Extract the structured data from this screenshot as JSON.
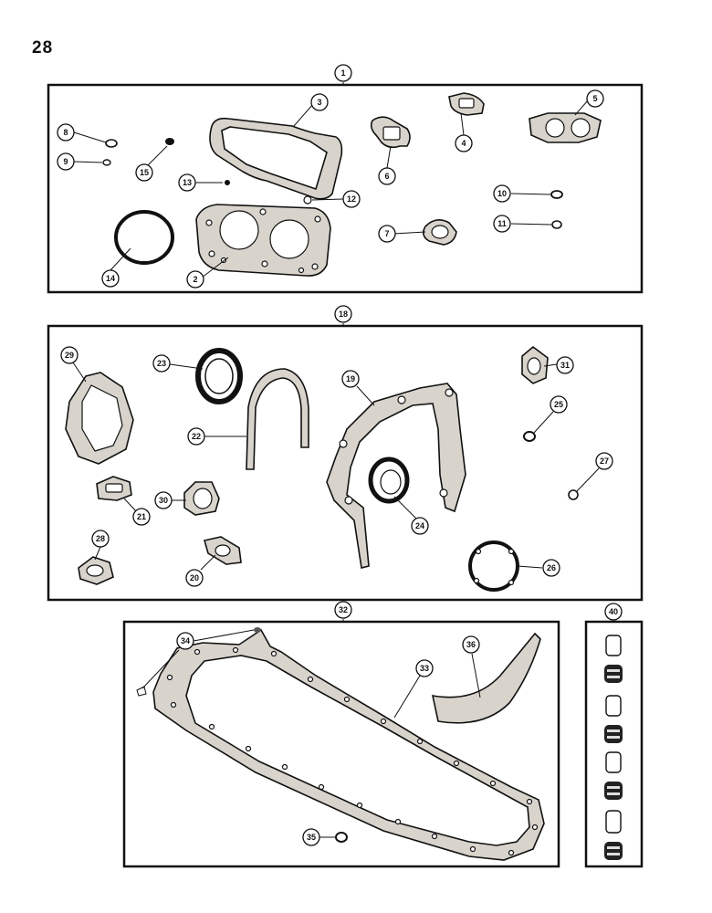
{
  "page_number": "28",
  "group_labels": {
    "g1": "1",
    "g18": "18",
    "g32": "32",
    "g40": "40"
  },
  "callouts": {
    "c2": "2",
    "c3": "3",
    "c4": "4",
    "c5": "5",
    "c6": "6",
    "c7": "7",
    "c8": "8",
    "c9": "9",
    "c10": "10",
    "c11": "11",
    "c12": "12",
    "c13": "13",
    "c14": "14",
    "c15": "15",
    "c19": "19",
    "c20": "20",
    "c21": "21",
    "c22": "22",
    "c23": "23",
    "c24": "24",
    "c25": "25",
    "c26": "26",
    "c27": "27",
    "c28": "28",
    "c29": "29",
    "c30": "30",
    "c31": "31",
    "c33": "33",
    "c34": "34",
    "c35": "35",
    "c36": "36"
  },
  "footer_text": ""
}
